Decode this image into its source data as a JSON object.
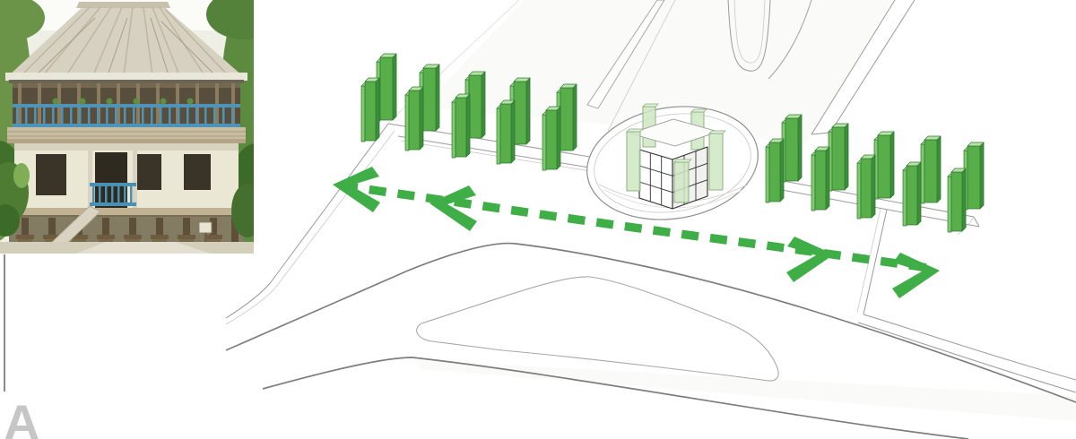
{
  "annotation": {
    "label": "A"
  },
  "photo": {
    "description": "Photograph of a traditional raised timber house with tall thatched roof, blue balcony railings and wooden stilt foundation, surrounded by jungle foliage"
  },
  "diagram": {
    "type": "axonometric street diagram",
    "left_tree_pairs": 5,
    "right_tree_pairs": 5,
    "pavilion_slabs": 5,
    "flow_arrows": [
      "left",
      "right"
    ],
    "elements": [
      "avenue-median-strip",
      "slip-lane-island",
      "central-traffic-island",
      "glass-pavilion",
      "teardrop-island",
      "loop-road-edge"
    ]
  },
  "colors": {
    "accent_green": "#3fae47",
    "bar_front": "#58ae49",
    "bar_side": "#3d8d3c",
    "bar_light": "#82c96f",
    "bar_top": "#b8e2a8",
    "bar_outline": "#2c7a2f",
    "slab_fill": "#cfe8c3",
    "slab_edge": "#84ab77",
    "road_thin": "#9a9a9a",
    "road_thick": "#7d7d7b",
    "label_gray": "#c6c6c6",
    "ref_line_gray": "#8a8a8a"
  }
}
